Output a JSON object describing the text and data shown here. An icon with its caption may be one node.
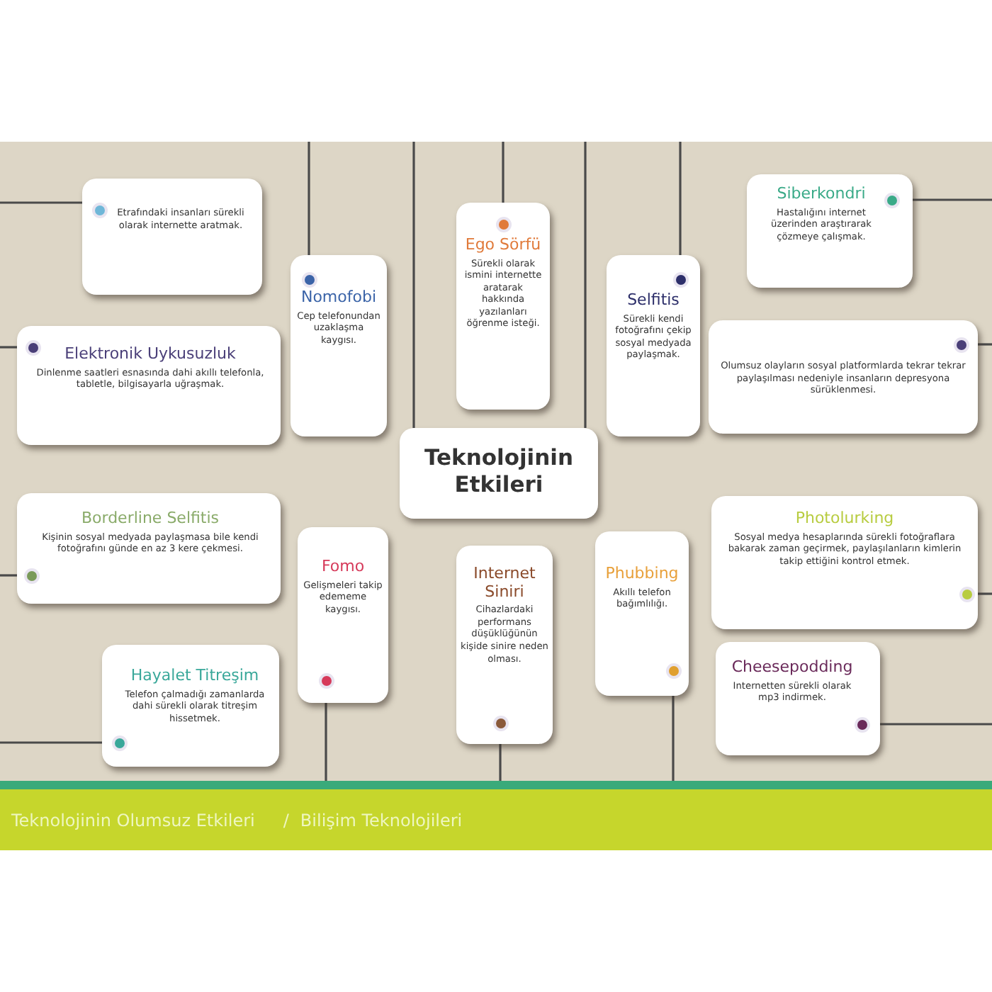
{
  "diagram": {
    "nodes": [
      {
        "text": [
          "Etrafındaki insanları sürekli olarak internette aratmak."
        ]
      },
      {
        "text": [
          "Nomofobi",
          "Cep telefonundan uzaklaşma kaygısı."
        ]
      },
      {
        "text": [
          "Ego Sörfü",
          "Sürekli olarak ismini internette aratarak hakkında yazılanları öğrenme isteği."
        ]
      },
      {
        "text": [
          "Selfitis",
          "Sürekli kendi fotoğrafını çekip sosyal medyada paylaşmak."
        ]
      },
      {
        "text": [
          "Siberkondri",
          "Hastalığını internet üzerinden araştırarak çözmeye çalışmak."
        ]
      },
      {
        "text": [
          "Elektronik Uykusuzluk",
          "Dinlenme saatleri esnasında dahi akıllı telefonla, tabletle, bilgisayarla uğraşmak."
        ]
      },
      {
        "text": [
          "Olumsuz olayların sosyal platformlarda tekrar tekrar paylaşılması nedeniyle insanların depresyona sürüklenmesi."
        ]
      },
      {
        "text": [
          "Teknolojinin Etkileri"
        ]
      },
      {
        "text": [
          "Borderline Selfitis",
          "Kişinin sosyal medyada paylaşmasa bile kendi fotoğrafını günde en az 3 kere çekmesi."
        ]
      },
      {
        "text": [
          "Fomo",
          "Gelişmeleri takip edememe kaygısı."
        ]
      },
      {
        "text": [
          "Internet Siniri",
          "Cihazlardaki performans düşüklüğünün kişide sinire neden olması."
        ]
      },
      {
        "text": [
          "Phubbing",
          "Akıllı telefon bağımlılığı."
        ]
      },
      {
        "text": [
          "Photolurking",
          "Sosyal medya hesaplarında sürekli fotoğraflara bakarak zaman geçirmek, paylaşılanların kimlerin takip ettiğini kontrol etmek."
        ]
      },
      {
        "text": [
          "Hayalet Titreşim",
          "Telefon çalmadığı zamanlarda dahi sürekli olarak titreşim hissetmek."
        ]
      },
      {
        "text": [
          "Cheesepodding",
          "Internetten sürekli olarak mp3 indirmek."
        ]
      },
      {
        "text": [
          "Teknolojinin Olumsuz Etkileri",
          "/",
          "Bilişim Teknolojileri"
        ]
      }
    ],
    "edges": [
      {
        "from": 0,
        "to": null,
        "arrow": "none"
      },
      {
        "from": 1,
        "to": null,
        "arrow": "none"
      },
      {
        "from": 2,
        "to": null,
        "arrow": "none"
      },
      {
        "from": 3,
        "to": null,
        "arrow": "none"
      },
      {
        "from": 4,
        "to": null,
        "arrow": "none"
      },
      {
        "from": 5,
        "to": null,
        "arrow": "none"
      },
      {
        "from": 6,
        "to": null,
        "arrow": "none"
      },
      {
        "from": 7,
        "to": null,
        "arrow": "none"
      },
      {
        "from": 7,
        "to": null,
        "arrow": "none"
      },
      {
        "from": 8,
        "to": null,
        "arrow": "none"
      },
      {
        "from": 9,
        "to": 15,
        "arrow": "none"
      },
      {
        "from": 10,
        "to": 15,
        "arrow": "none"
      },
      {
        "from": 11,
        "to": 15,
        "arrow": "none"
      },
      {
        "from": 12,
        "to": null,
        "arrow": "none"
      },
      {
        "from": 13,
        "to": null,
        "arrow": "none"
      },
      {
        "from": 14,
        "to": null,
        "arrow": "none"
      }
    ]
  }
}
